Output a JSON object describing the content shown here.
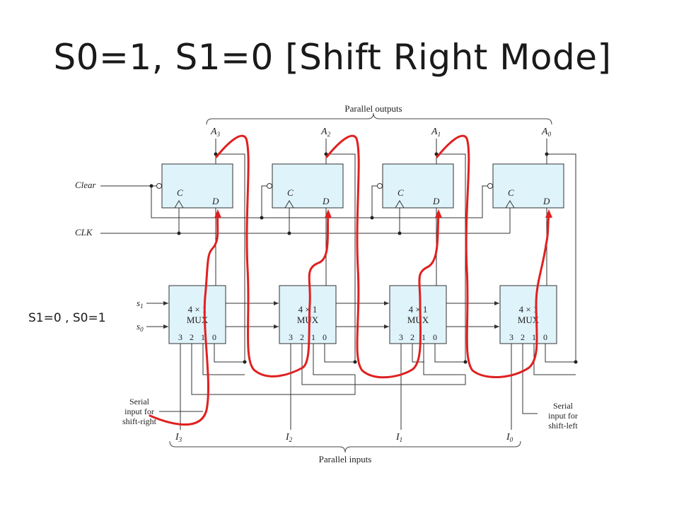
{
  "title": "S0=1, S1=0 [Shift Right Mode]",
  "side_note": "S1=0 , S0=1",
  "diagram": {
    "parallel_outputs_label": "Parallel outputs",
    "parallel_inputs_label": "Parallel inputs",
    "clear_label": "Clear",
    "clk_label": "CLK",
    "s1_label": "s",
    "s1_sub": "1",
    "s0_label": "s",
    "s0_sub": "0",
    "flipflop_c": "C",
    "flipflop_d": "D",
    "outputs": [
      {
        "name": "A",
        "sub": "3"
      },
      {
        "name": "A",
        "sub": "2"
      },
      {
        "name": "A",
        "sub": "1"
      },
      {
        "name": "A",
        "sub": "0"
      }
    ],
    "inputs": [
      {
        "name": "I",
        "sub": "3"
      },
      {
        "name": "I",
        "sub": "2"
      },
      {
        "name": "I",
        "sub": "1"
      },
      {
        "name": "I",
        "sub": "0"
      }
    ],
    "mux_line1": "4 × 1",
    "mux_line2": "MUX",
    "mux_pins": [
      "3",
      "2",
      "1",
      "0"
    ],
    "serial_right": [
      "Serial",
      "input for",
      "shift-right"
    ],
    "serial_left": [
      "Serial",
      "input for",
      "shift-left"
    ],
    "highlight_color": "#e02020"
  }
}
